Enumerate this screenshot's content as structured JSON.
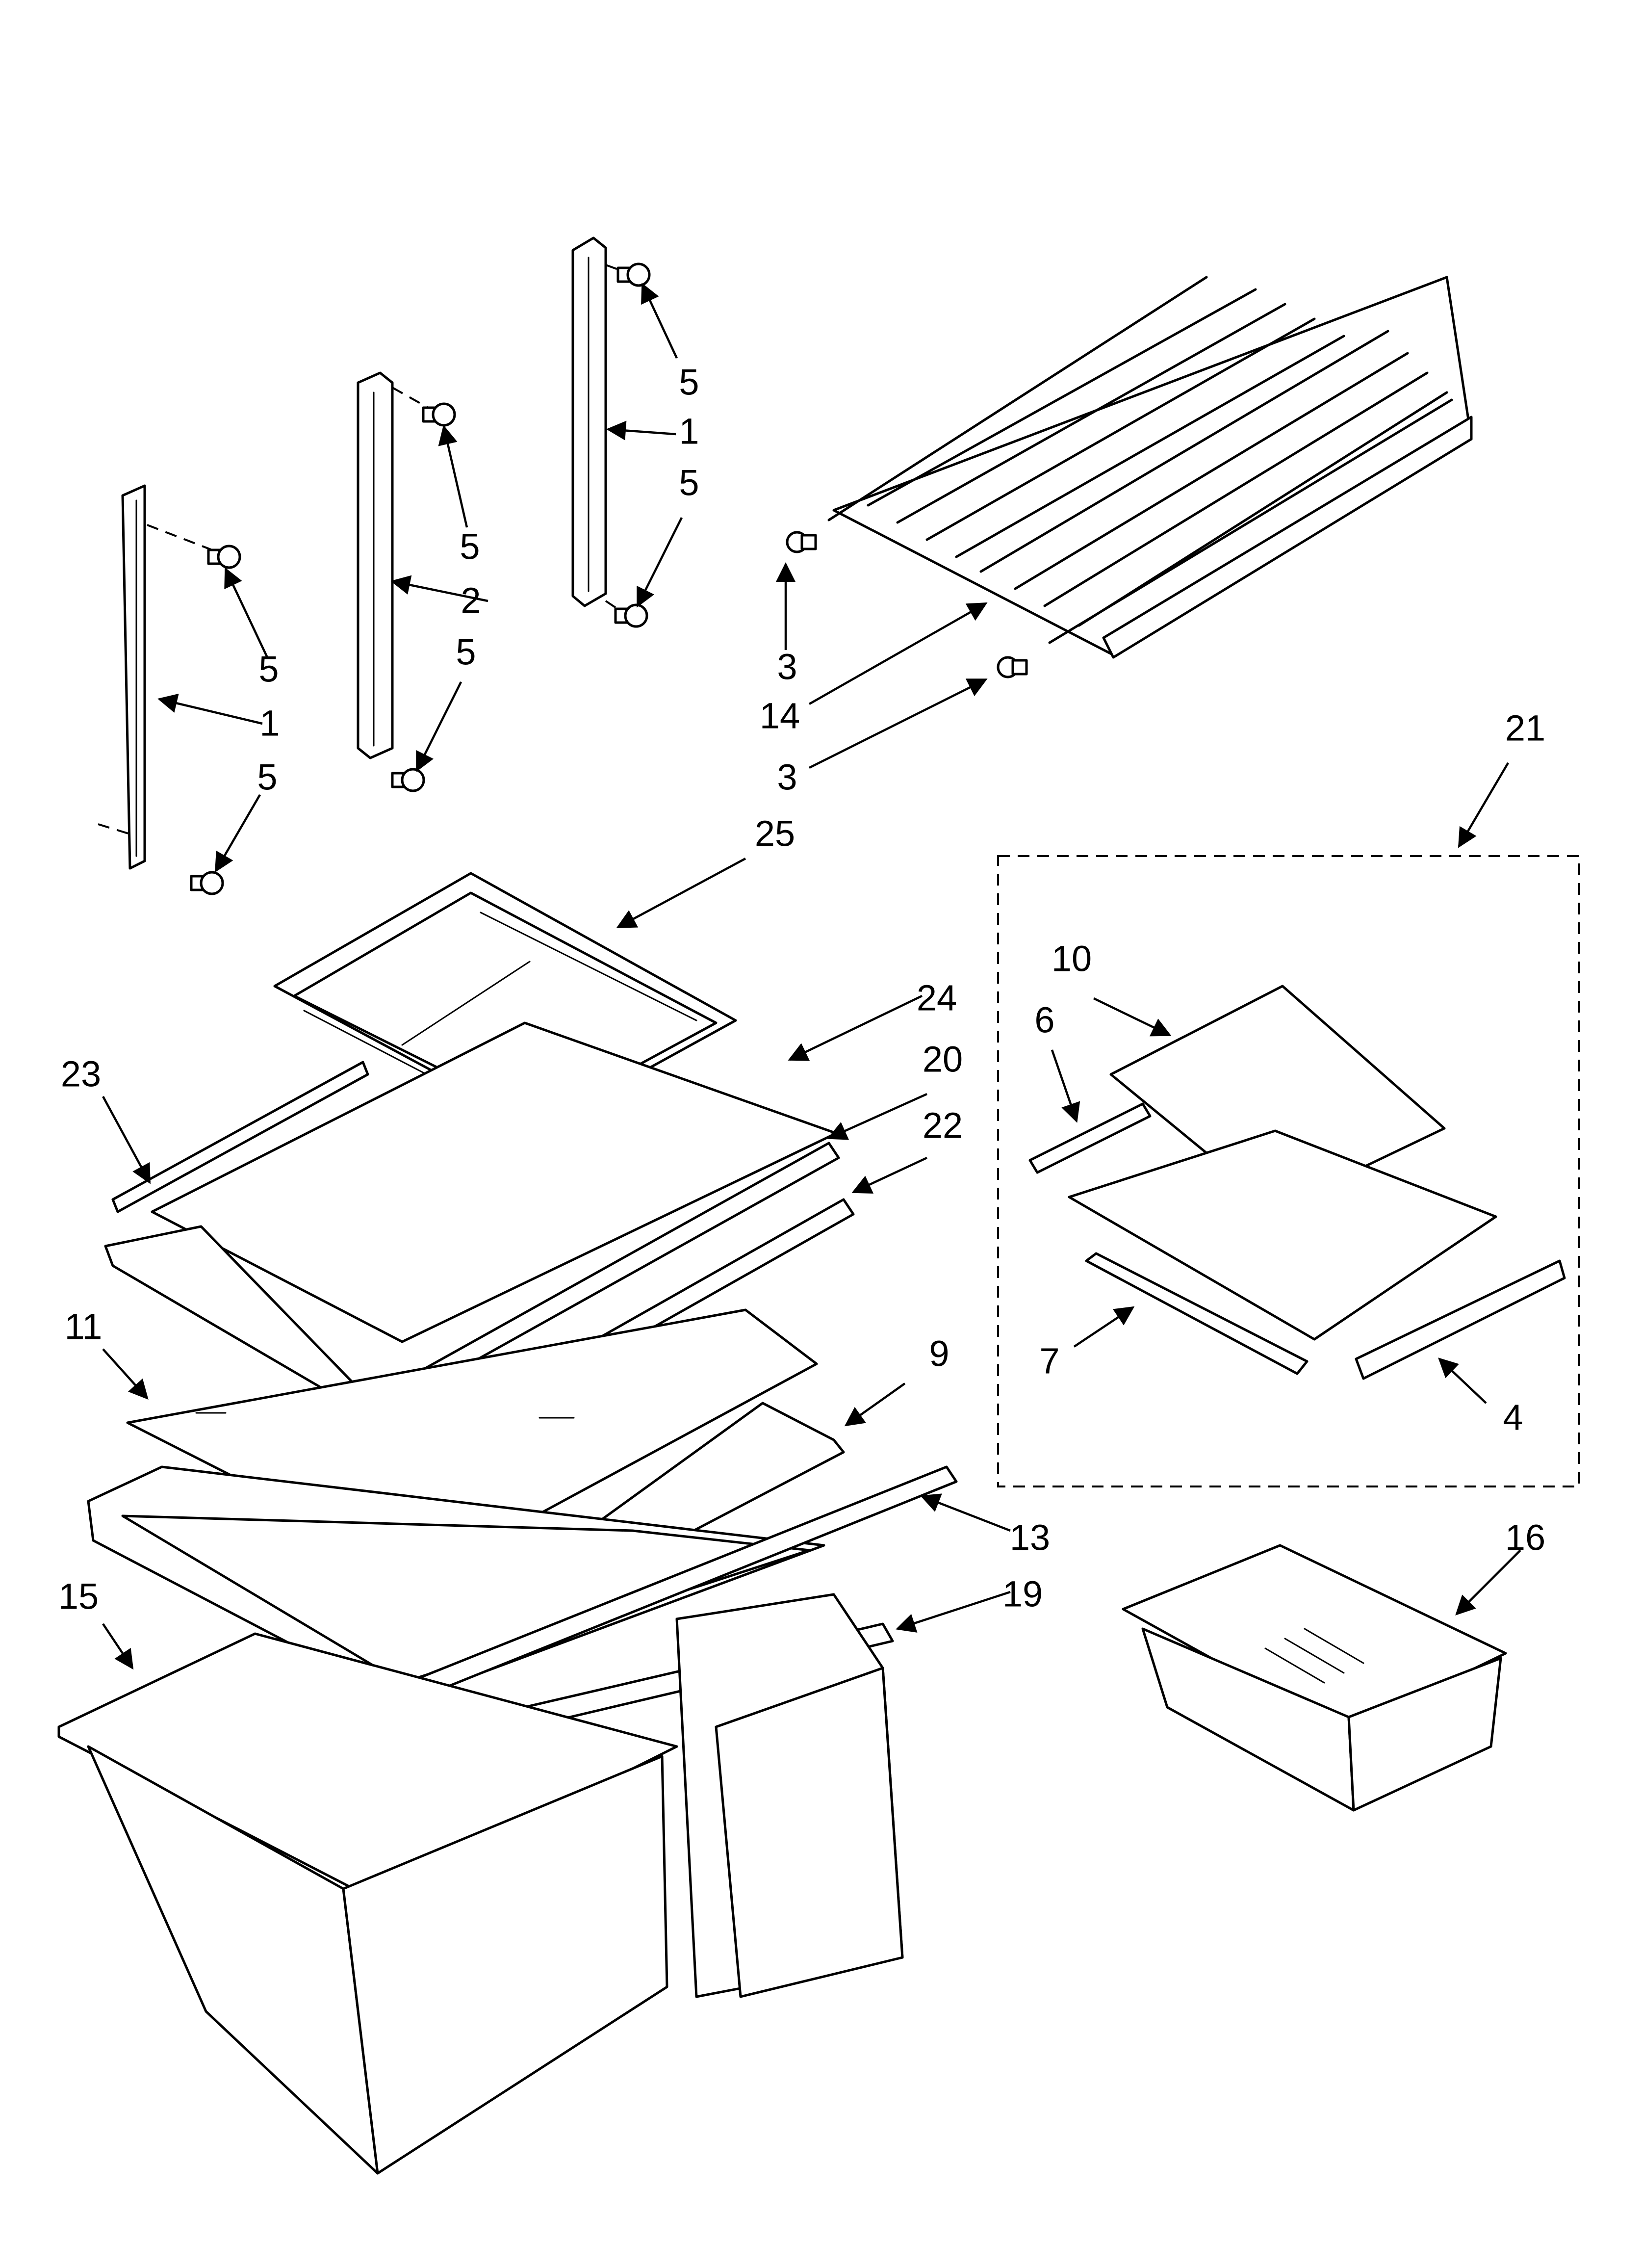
{
  "callouts": {
    "c1a": "1",
    "c1b": "1",
    "c2": "2",
    "c3a": "3",
    "c3b": "3",
    "c4": "4",
    "c5a": "5",
    "c5b": "5",
    "c5c": "5",
    "c5d": "5",
    "c5e": "5",
    "c5f": "5",
    "c6": "6",
    "c7": "7",
    "c9": "9",
    "c10": "10",
    "c11": "11",
    "c13": "13",
    "c14": "14",
    "c15": "15",
    "c16": "16",
    "c19": "19",
    "c20": "20",
    "c21": "21",
    "c22": "22",
    "c23": "23",
    "c24": "24",
    "c25": "25"
  }
}
